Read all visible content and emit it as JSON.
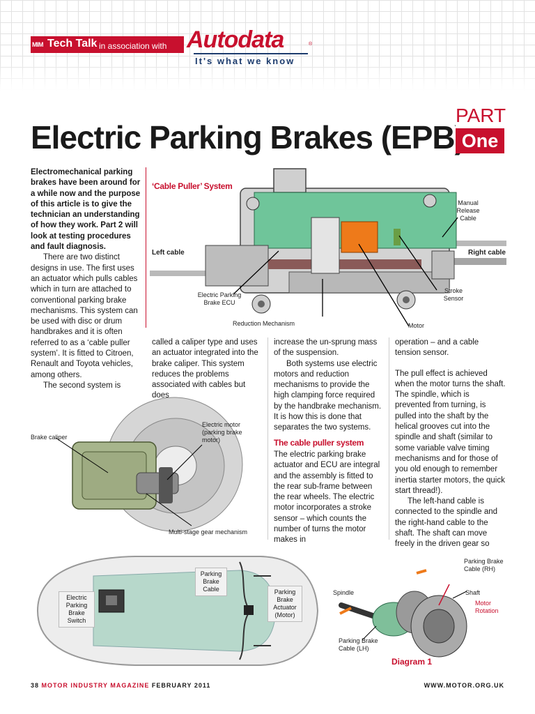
{
  "header": {
    "badge": "MIM",
    "tech_talk": "Tech Talk",
    "association": "in association with",
    "brand": "Autodata",
    "registered": "®",
    "tagline": "It's what we know"
  },
  "title": "Electric Parking Brakes (EPB)",
  "part": {
    "word": "PART",
    "number": "One"
  },
  "column1": {
    "intro": "Electromechanical parking brakes have been around for a while now and the purpose of this article is to give the technician an understanding of how they work. Part 2 will look at testing procedures and fault diagnosis.",
    "p2": "There are two distinct designs in use. The first uses an actuator which pulls cables which in turn are attached to conventional parking brake mechanisms. This system can be used with disc or drum handbrakes and it is often referred to as a ‘cable puller system’. It is fitted to Citroen, Renault and Toyota vehicles, among others.",
    "p3": "The second system is"
  },
  "column2": {
    "p1": "called a caliper type and uses an actuator integrated into the brake caliper. This system reduces the problems associated with cables but does"
  },
  "column3": {
    "p1": "increase the un-sprung mass of the suspension.",
    "p2": "Both systems use electric motors and reduction mechanisms to provide the high clamping force required by the handbrake mechanism. It is how this is done that separates the two systems.",
    "subhead": "The cable puller system",
    "p3": "The electric parking brake actuator and ECU are integral and the assembly is fitted to the rear sub-frame between the rear wheels. The electric motor incorporates a stroke sensor – which counts the number of turns the motor makes in"
  },
  "column4": {
    "p1": "operation – and a cable tension sensor.",
    "p2": "The pull effect is achieved when the motor turns the shaft. The spindle, which is prevented from turning, is pulled into the shaft by the helical grooves cut into the spindle and shaft (similar to some variable valve timing mechanisms and for those of you old enough to remember inertia starter motors, the quick start thread!).",
    "p3": "The left-hand cable is connected to the spindle and the right-hand cable to the shaft. The shaft can move freely in the driven gear so"
  },
  "figure_cable_puller": {
    "title": "‘Cable Puller’ System",
    "manual_release": "Manual Release Cable",
    "left_cable": "Left cable",
    "right_cable": "Right cable",
    "ecu": "Electric Parking Brake ECU",
    "stroke_sensor": "Stroke Sensor",
    "reduction": "Reduction Mechanism",
    "motor": "Motor"
  },
  "figure_caliper": {
    "brake_caliper": "Brake caliper",
    "electric_motor": "Electric motor (parking brake motor)",
    "gear": "Multi-stage gear mechanism"
  },
  "figure_car": {
    "switch": "Electric Parking Brake Switch",
    "cable": "Parking Brake Cable",
    "actuator": "Parking Brake Actuator (Motor)"
  },
  "diagram1": {
    "caption": "Diagram 1",
    "cable_rh": "Parking Brake Cable (RH)",
    "shaft": "Shaft",
    "spindle": "Spindle",
    "motor_rotation": "Motor Rotation",
    "cable_lh": "Parking Brake Cable (LH)"
  },
  "footer": {
    "page": "38",
    "magazine": "MOTOR INDUSTRY MAGAZINE",
    "date": "FEBRUARY 2011",
    "url": "WWW.MOTOR.ORG.UK"
  },
  "colors": {
    "accent": "#c8102e",
    "navy": "#1d3c6e"
  }
}
